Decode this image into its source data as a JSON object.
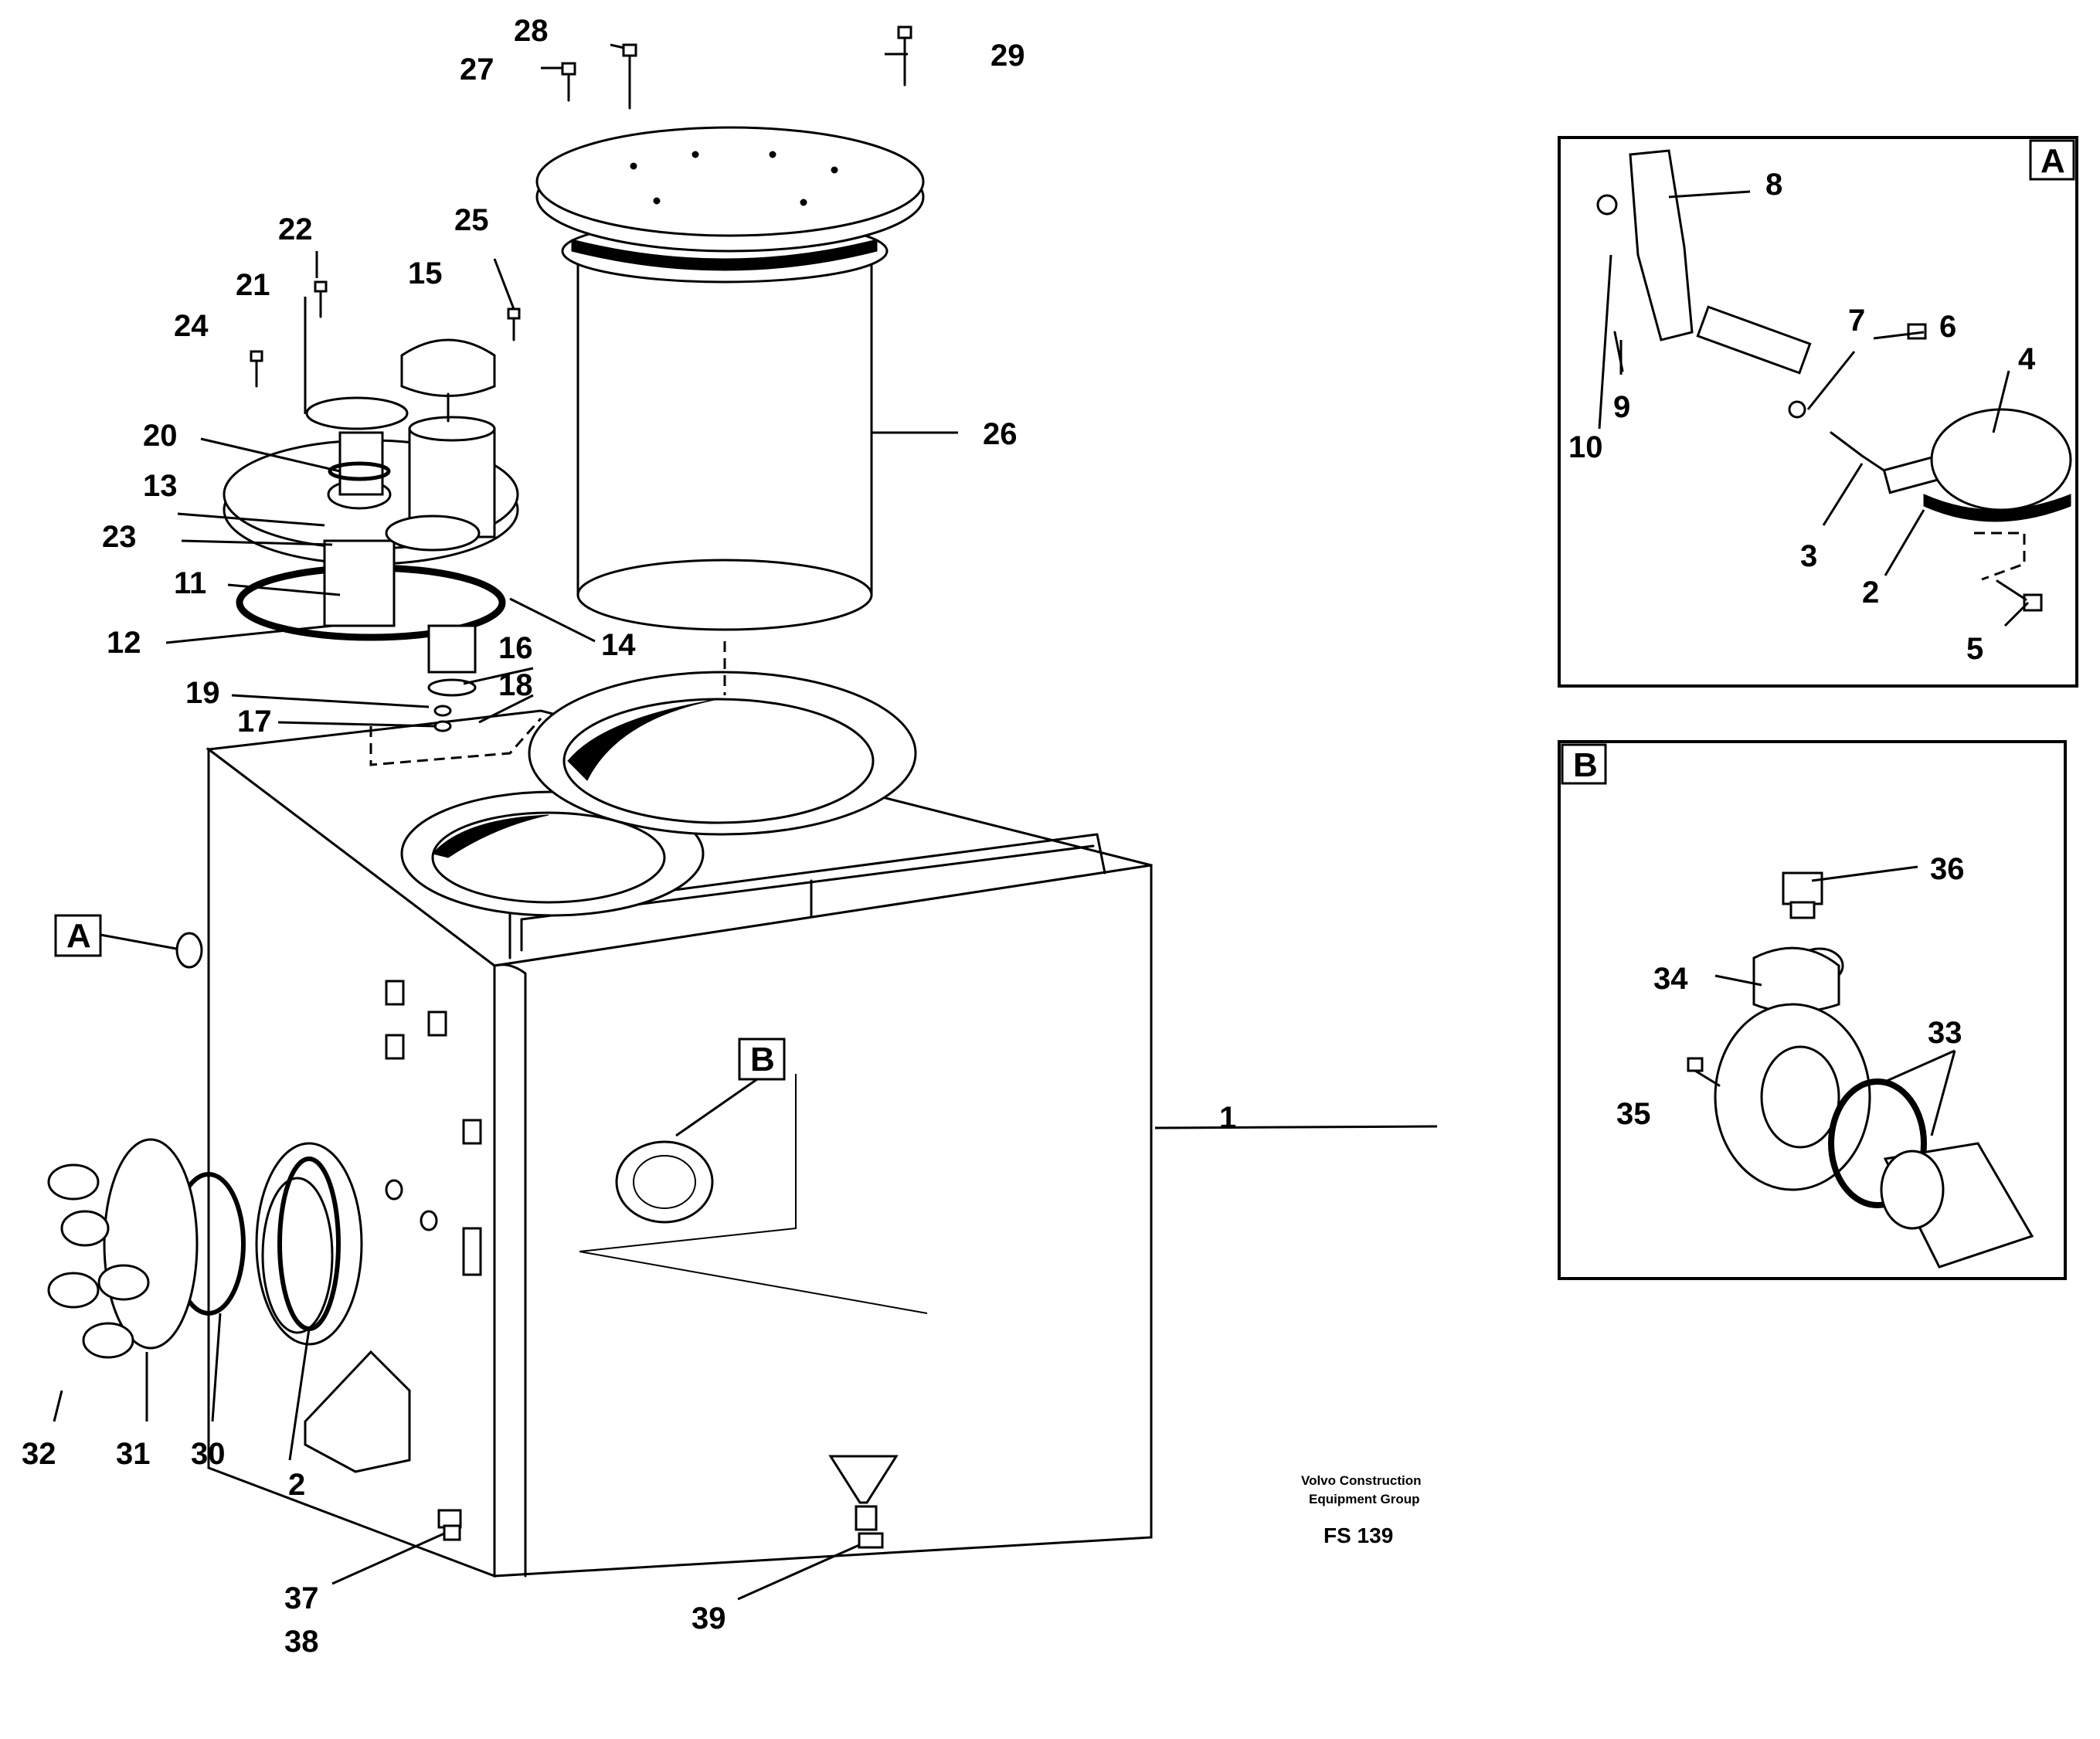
{
  "callouts": {
    "n1": "1",
    "n2": "2",
    "n3": "3",
    "n4": "4",
    "n5": "5",
    "n6": "6",
    "n7": "7",
    "n8": "8",
    "n9": "9",
    "n10": "10",
    "n11": "11",
    "n12": "12",
    "n13": "13",
    "n14": "14",
    "n15": "15",
    "n16": "16",
    "n17": "17",
    "n18": "18",
    "n19": "19",
    "n20": "20",
    "n21": "21",
    "n22": "22",
    "n23": "23",
    "n24": "24",
    "n25": "25",
    "n26": "26",
    "n27": "27",
    "n28": "28",
    "n29": "29",
    "n30": "30",
    "n31": "31",
    "n32": "32",
    "n33": "33",
    "n34": "34",
    "n35": "35",
    "n36": "36",
    "n37": "37",
    "n38": "38",
    "n39": "39"
  },
  "detail_refs": {
    "a": "A",
    "b": "B"
  },
  "footer": {
    "company_line1": "Volvo Construction",
    "company_line2": "Equipment Group",
    "figure_code": "FS 139"
  },
  "colors": {
    "line": "#000000",
    "background": "#ffffff"
  }
}
